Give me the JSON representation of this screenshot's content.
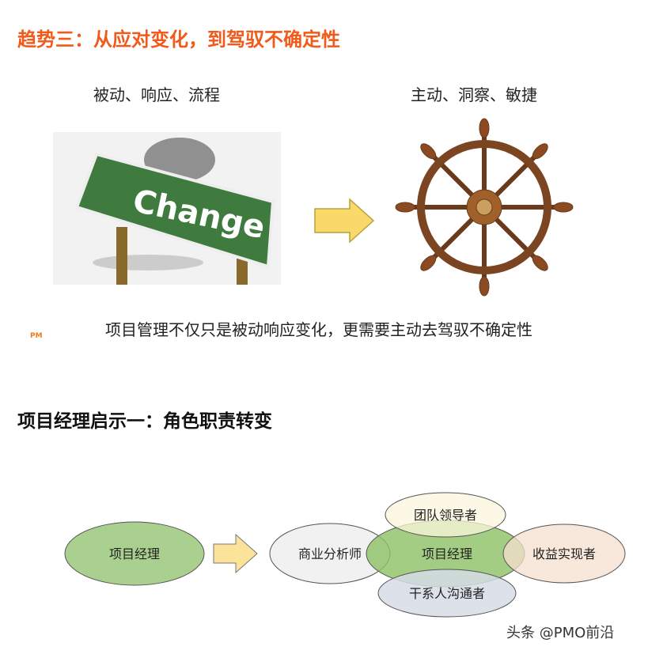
{
  "title": "趋势三：从应对变化，到驾驭不确定性",
  "left_label": "被动、响应、流程",
  "right_label": "主动、洞察、敏捷",
  "sign_text": "Change",
  "caption": "项目管理不仅只是被动响应变化，更需要主动去驾驭不确定性",
  "logo": {
    "a": "P",
    "b": "M"
  },
  "heading2": "项目经理启示一：角色职责转变",
  "diagram": {
    "source": "项目经理",
    "center": "项目经理",
    "top": "团队领导者",
    "left": "商业分析师",
    "right": "收益实现者",
    "bottom": "干系人沟通者"
  },
  "watermark": "头条 @PMO前沿",
  "colors": {
    "accent": "#f05a1a"
  }
}
